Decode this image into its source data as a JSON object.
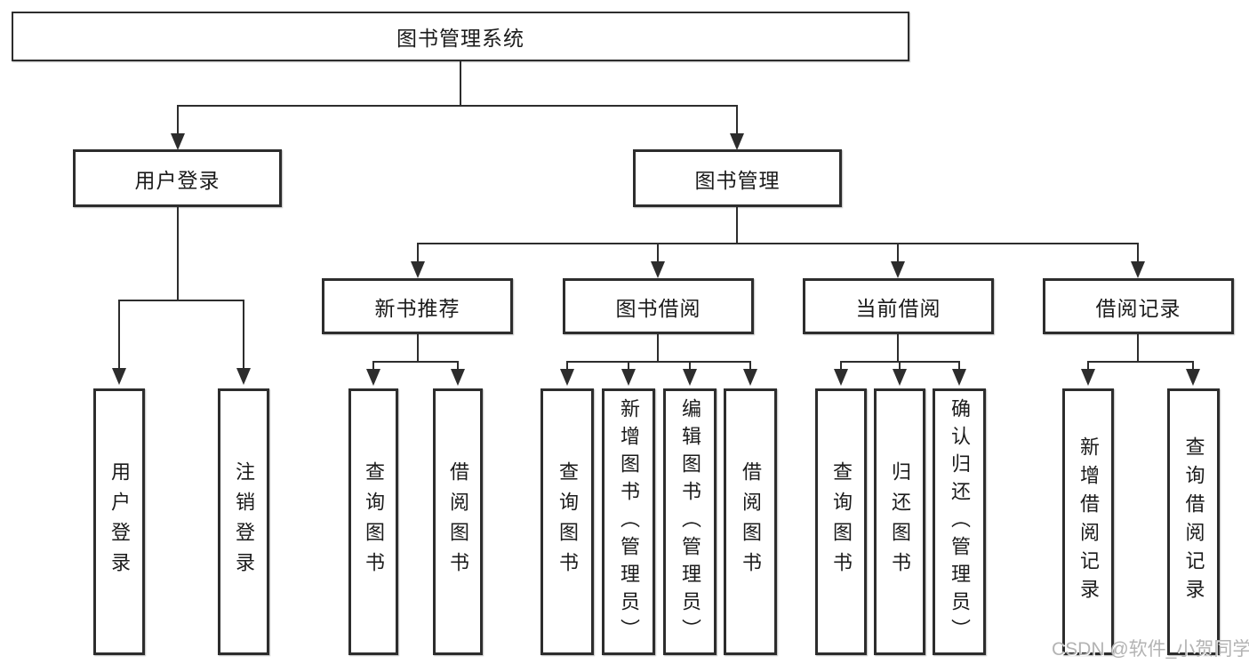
{
  "tree": {
    "root": "图书管理系统",
    "branches": [
      {
        "label": "用户登录",
        "children": [
          "用户登录",
          "注销登录"
        ]
      },
      {
        "label": "图书管理",
        "groups": [
          {
            "label": "新书推荐",
            "children": [
              "查询图书",
              "借阅图书"
            ]
          },
          {
            "label": "图书借阅",
            "children": [
              "查询图书",
              "新增图书（管理员）",
              "编辑图书（管理员）",
              "借阅图书"
            ]
          },
          {
            "label": "当前借阅",
            "children": [
              "查询图书",
              "归还图书",
              "确认归还（管理员）"
            ]
          },
          {
            "label": "借阅记录",
            "children": [
              "新增借阅记录",
              "查询借阅记录"
            ]
          }
        ]
      }
    ]
  },
  "watermark": "CSDN @软件_小贺同学",
  "colors": {
    "line": "#2d2d2d",
    "text": "#1b1b1b",
    "watermark": "#b3b3b3",
    "background": "#ffffff"
  }
}
